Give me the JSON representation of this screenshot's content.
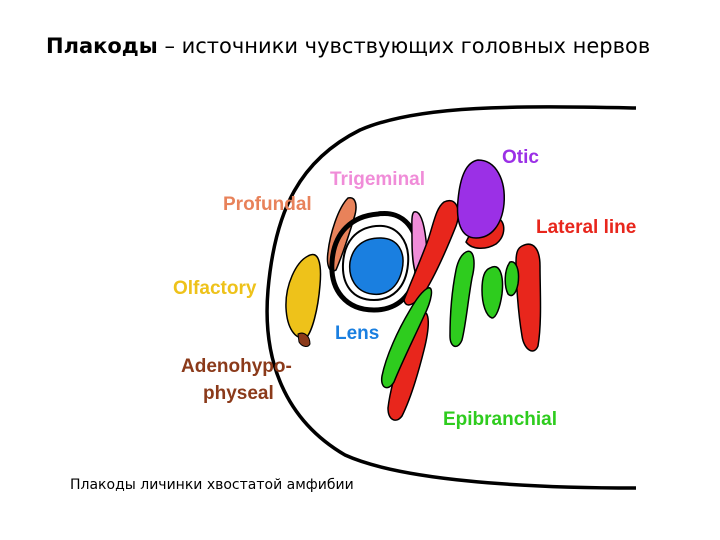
{
  "title": {
    "bold": "Плакоды",
    "rest": " – источники чувствующих головных нервов"
  },
  "caption": "Плакоды личинки хвостатой амфибии",
  "labels": {
    "otic": "Otic",
    "trigeminal": "Trigeminal",
    "profundal": "Profundal",
    "lateral_line": "Lateral line",
    "olfactory": "Olfactory",
    "lens": "Lens",
    "adenohypo_1": "Adenohypo-",
    "adenohypo_2": "physeal",
    "epibranchial": "Epibranchial"
  },
  "colors": {
    "otic": "#9b30e6",
    "trigeminal": "#f08cd8",
    "profundal": "#e8825a",
    "lateral_line": "#e8261c",
    "olfactory": "#eec21a",
    "lens": "#1a7fe0",
    "adenohypo": "#8b3a1a",
    "epibranchial": "#2ecc1e",
    "outline": "#000000"
  }
}
